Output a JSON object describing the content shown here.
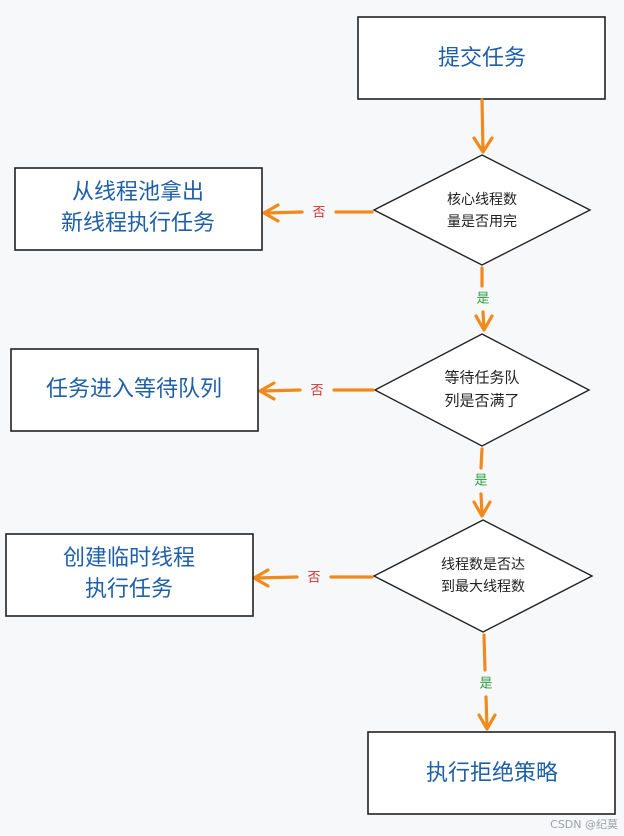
{
  "diagram": {
    "start": "提交任务",
    "decision1": [
      "核心线程数",
      "量是否用完"
    ],
    "action1": [
      "从线程池拿出",
      "新线程执行任务"
    ],
    "decision2": [
      "等待任务队",
      "列是否满了"
    ],
    "action2": "任务进入等待队列",
    "decision3": [
      "线程数是否达",
      "到最大线程数"
    ],
    "action3": [
      "创建临时线程",
      "执行任务"
    ],
    "end": "执行拒绝策略",
    "label_no": "否",
    "label_yes": "是",
    "colors": {
      "arrow": "#f08a1c",
      "node_text": "#1f5fa8",
      "no_label": "#d0312d",
      "yes_label": "#2e9a3e"
    }
  },
  "watermark": "CSDN @纪莫"
}
